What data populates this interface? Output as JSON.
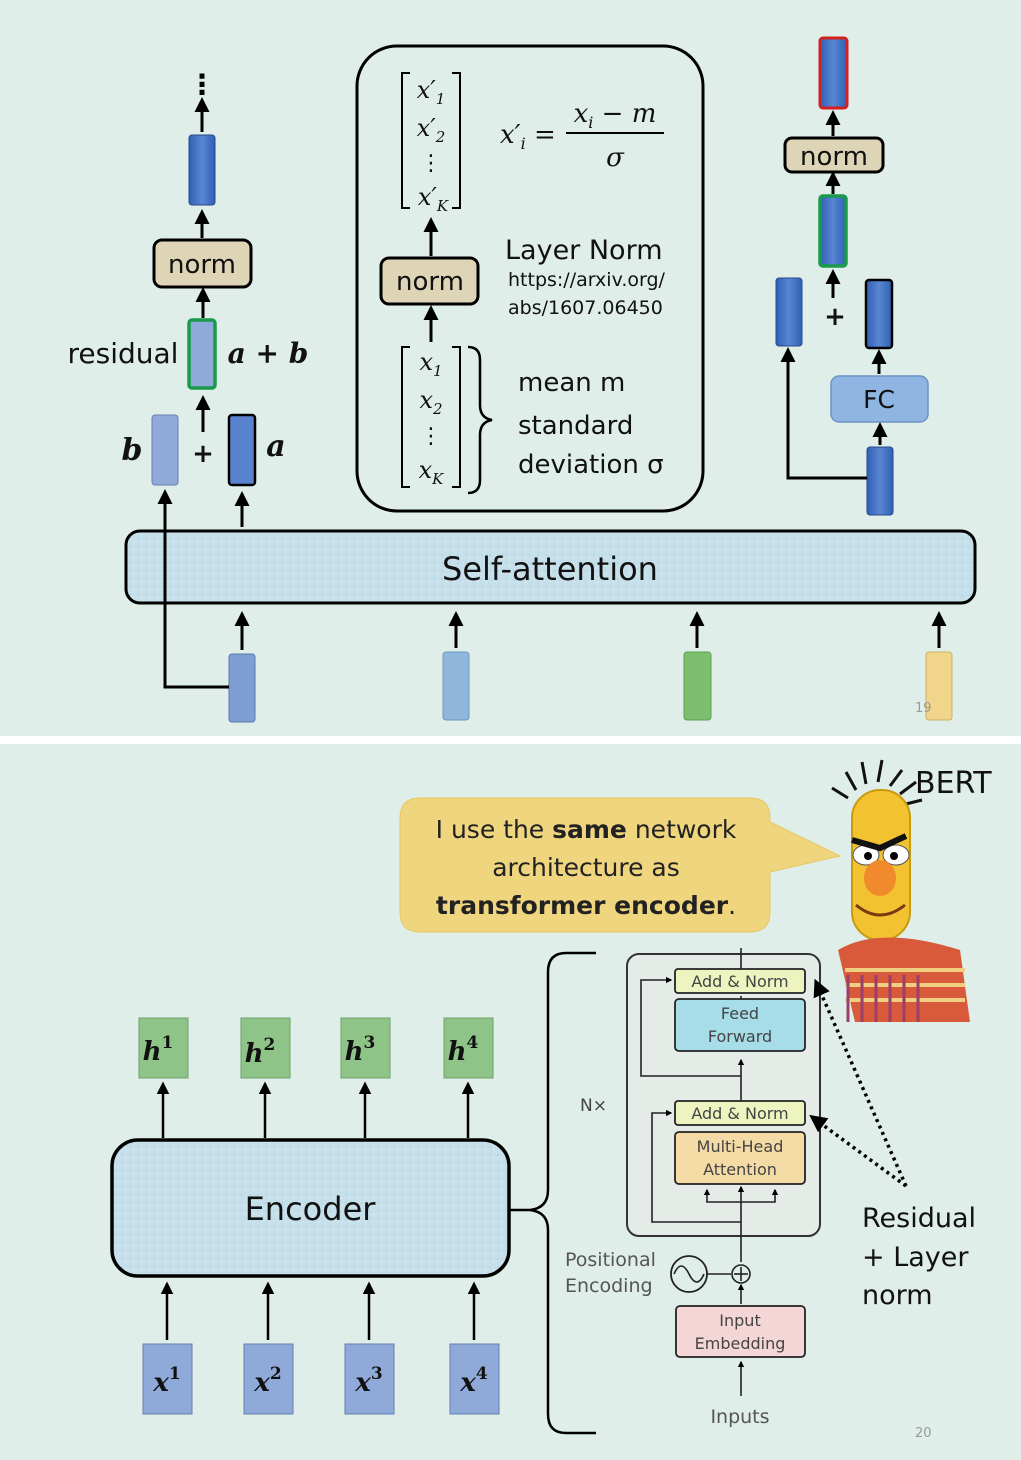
{
  "slide1": {
    "self_attention_label": "Self-attention",
    "left": {
      "norm_label": "norm",
      "residual_label": "residual",
      "sum_label": "a + b",
      "b_label": "b",
      "a_label": "a",
      "plus": "+",
      "dots": "⋮"
    },
    "middle": {
      "norm_label": "norm",
      "layer_norm_title": "Layer Norm",
      "url_line1": "https://arxiv.org/",
      "url_line2": "abs/1607.06450",
      "formula": "x′ᵢ = (xᵢ − m) / σ",
      "out_vector": [
        "x′1",
        "x′2",
        "⋮",
        "x′K"
      ],
      "in_vector": [
        "x1",
        "x2",
        "⋮",
        "xK"
      ],
      "mean_label": "mean m",
      "std_line1": "standard",
      "std_line2": "deviation σ"
    },
    "right": {
      "norm_label": "norm",
      "fc_label": "FC",
      "plus": "+"
    },
    "page_number": "19"
  },
  "slide2": {
    "bert_label": "BERT",
    "bubble": {
      "line1_pre": "I use the ",
      "line1_bold": "same",
      "line1_post": " network",
      "line2": "architecture as",
      "line3_bold": "transformer encoder",
      "line3_post": "."
    },
    "encoder_label": "Encoder",
    "outputs": [
      "h",
      "h",
      "h",
      "h"
    ],
    "output_sup": [
      "1",
      "2",
      "3",
      "4"
    ],
    "inputs": [
      "x",
      "x",
      "x",
      "x"
    ],
    "input_sup": [
      "1",
      "2",
      "3",
      "4"
    ],
    "transformer": {
      "add_norm_top": "Add & Norm",
      "feed_forward_line1": "Feed",
      "feed_forward_line2": "Forward",
      "add_norm_bottom": "Add & Norm",
      "mha_line1": "Multi-Head",
      "mha_line2": "Attention",
      "nx": "N×",
      "positional_line1": "Positional",
      "positional_line2": "Encoding",
      "input_embedding_line1": "Input",
      "input_embedding_line2": "Embedding",
      "inputs_label": "Inputs"
    },
    "residual_note_line1": "Residual",
    "residual_note_line2": "+ Layer",
    "residual_note_line3": "norm",
    "page_number": "20"
  },
  "colors": {
    "background": "#dfeee8",
    "dark_blue": "#3b6bbf",
    "light_blue": "#8fa9d9",
    "norm_fill": "#ddd5b5",
    "self_attention_fill": "#c7e2ea",
    "green_vector": "#7cbf6e",
    "yellow_vector": "#f0d58a",
    "output_green": "#8fc489",
    "bubble": "#efd57d"
  }
}
